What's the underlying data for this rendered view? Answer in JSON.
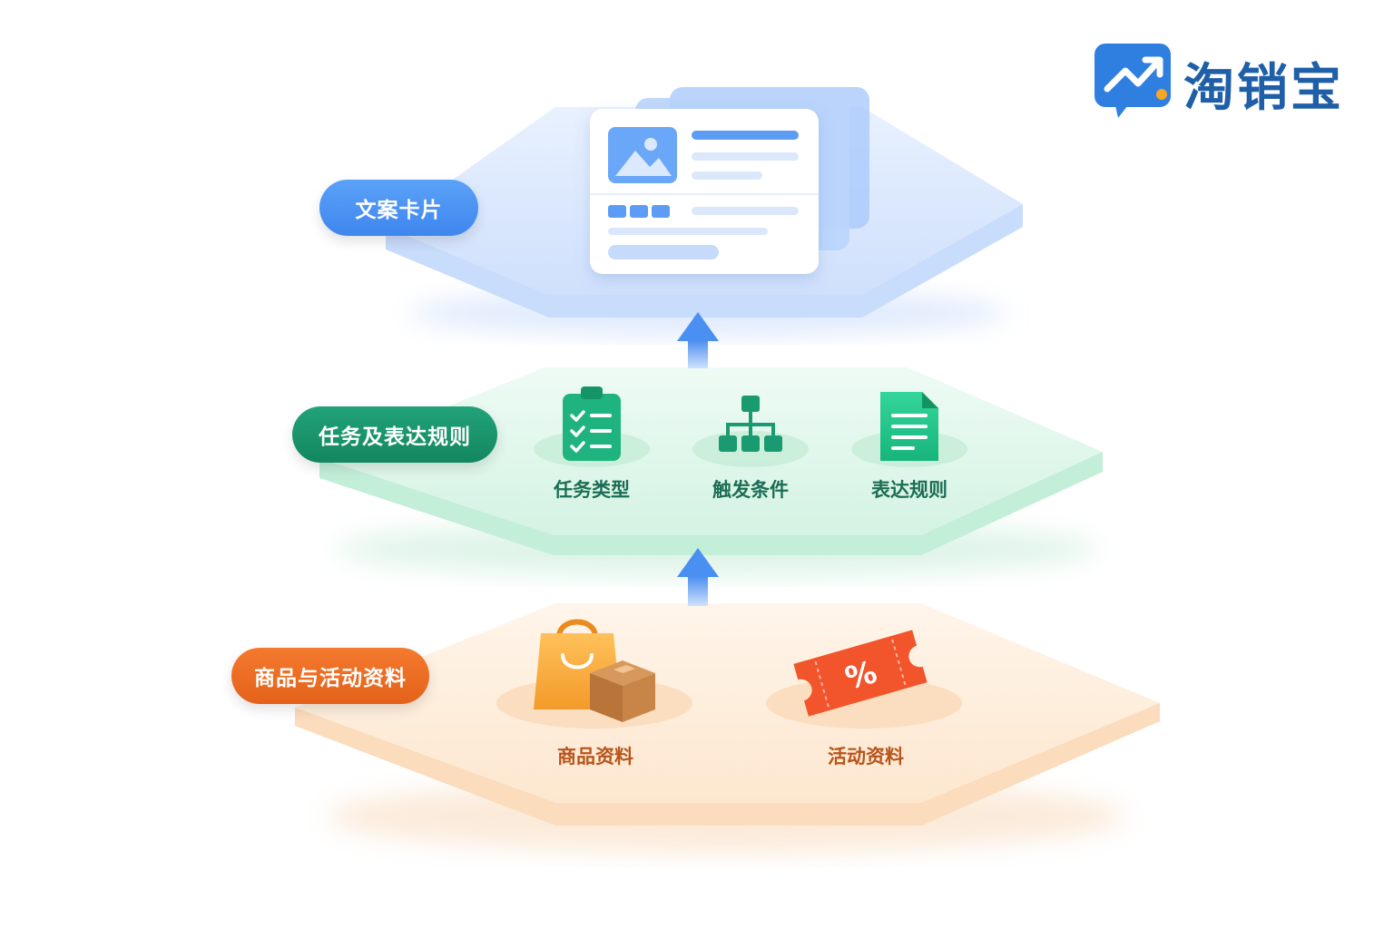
{
  "brand": {
    "name": "淘销宝"
  },
  "layers": {
    "top": {
      "label": "文案卡片"
    },
    "middle": {
      "label": "任务及表达规则",
      "items": [
        {
          "label": "任务类型",
          "icon": "clipboard-checklist-icon"
        },
        {
          "label": "触发条件",
          "icon": "hierarchy-tree-icon"
        },
        {
          "label": "表达规则",
          "icon": "document-icon"
        }
      ]
    },
    "bottom": {
      "label": "商品与活动资料",
      "items": [
        {
          "label": "商品资料",
          "icon": "shopping-bag-box-icon"
        },
        {
          "label": "活动资料",
          "icon": "discount-coupon-icon"
        }
      ]
    }
  },
  "colors": {
    "blue": "#4a8ff2",
    "green": "#1a9a70",
    "orange": "#ee6d24",
    "logo_blue": "#2f7fe0",
    "logo_dot": "#f5a623"
  }
}
